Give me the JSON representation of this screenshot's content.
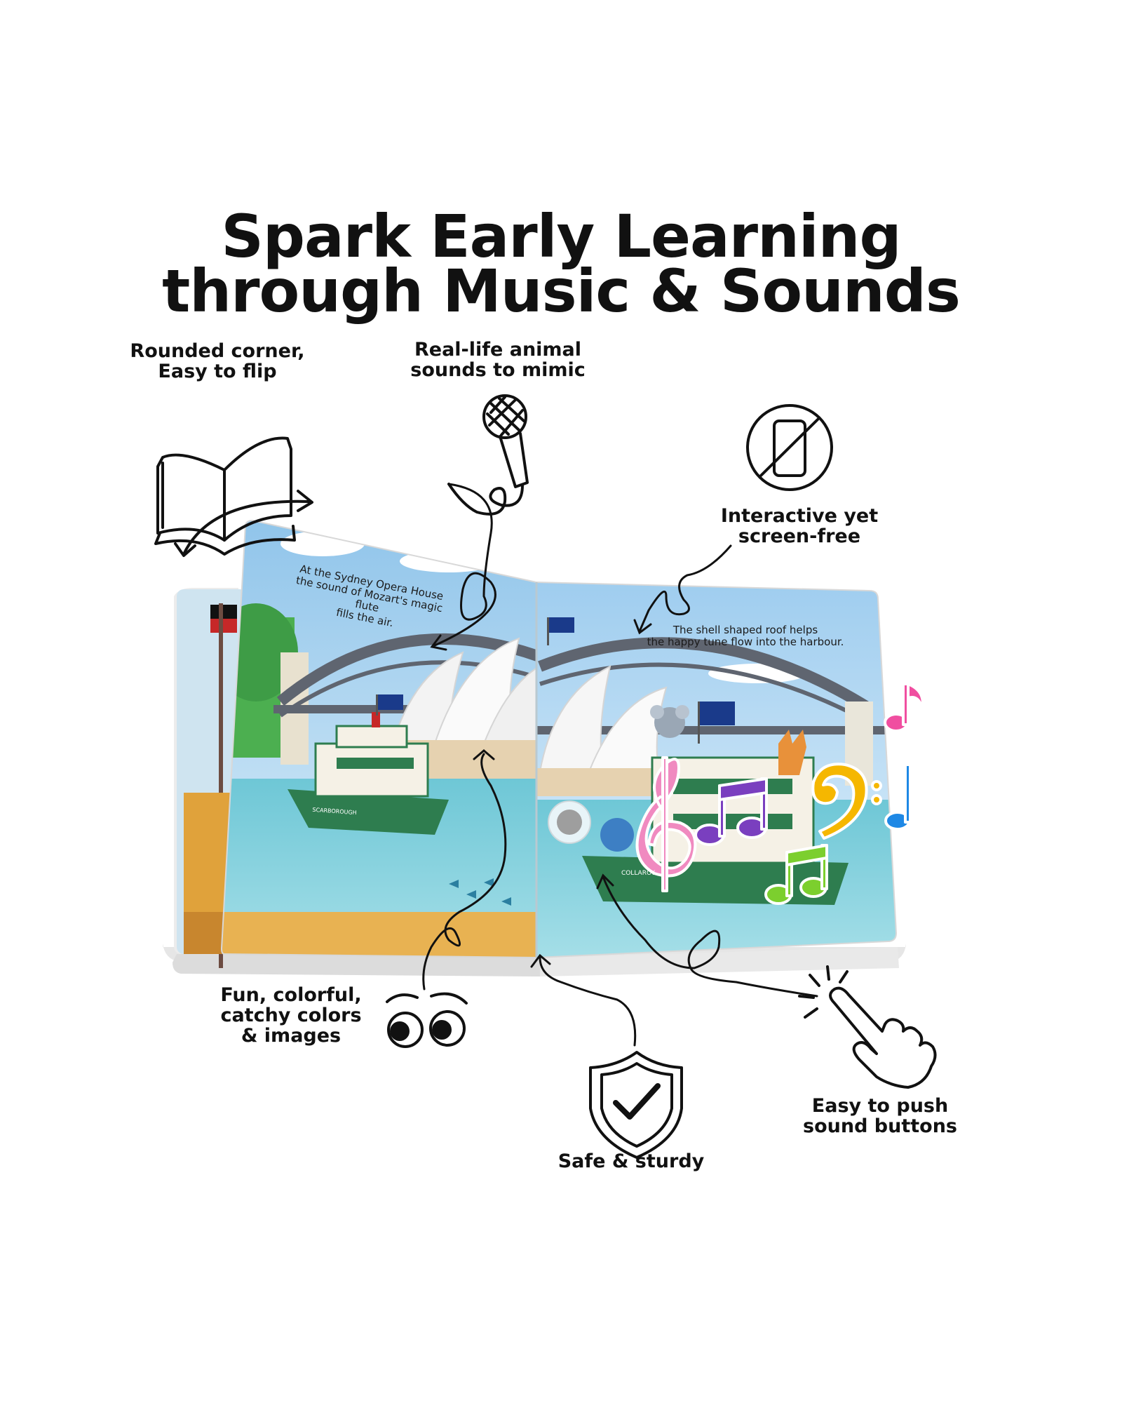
{
  "headline": {
    "line1": "Spark Early Learning",
    "line2": "through Music & Sounds"
  },
  "features": [
    {
      "line1": "Rounded corner,",
      "line2": "Easy to flip",
      "icon": "open-book-icon"
    },
    {
      "line1": "Real-life animal",
      "line2": "sounds to mimic",
      "icon": "microphone-icon"
    },
    {
      "line1": "Interactive yet",
      "line2": "screen-free",
      "icon": "no-phone-icon"
    },
    {
      "line1": "Fun, colorful,",
      "line2": "catchy colors",
      "line3": "& images",
      "icon": "eyes-icon"
    },
    {
      "line1": "Safe & sturdy",
      "icon": "shield-check-icon"
    },
    {
      "line1": "Easy to push",
      "line2": "sound buttons",
      "icon": "tap-hand-icon"
    }
  ],
  "book": {
    "left_page_text": {
      "line1": "At the Sydney Opera House",
      "line2": "the sound of Mozart's magic flute",
      "line3": "fills the air."
    },
    "right_page_text": {
      "line1": "The shell shaped roof helps",
      "line2": "the happy tune flow into the harbour."
    },
    "ferry_left_name": "SCARBOROUGH",
    "ferry_right_name": "COLLAROY"
  },
  "colors": {
    "sky": "#cfe8f5",
    "water": "#8fd3e0",
    "ferry_green": "#2e7d4f",
    "bridge": "#6b6f78",
    "note_pink": "#f04ea0",
    "note_purple": "#7a3fbf",
    "note_yellow": "#f5b700",
    "note_green": "#7ccf2e",
    "note_blue": "#1e88e5"
  }
}
